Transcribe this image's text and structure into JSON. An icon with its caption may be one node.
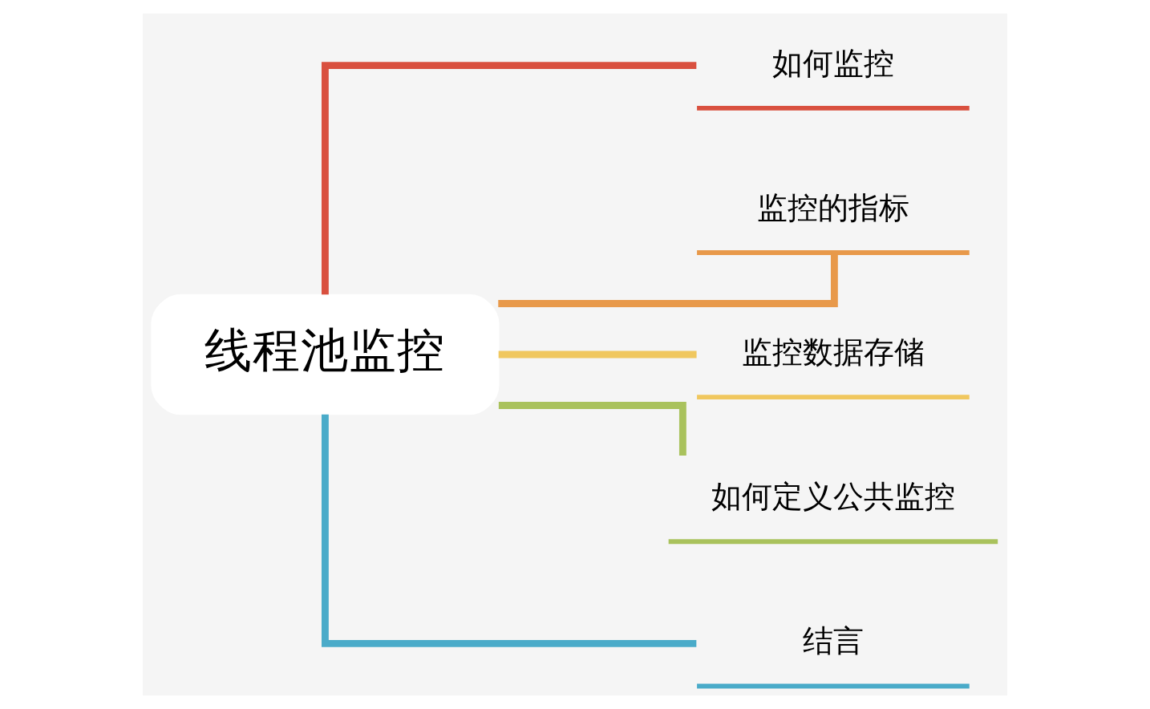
{
  "diagram": {
    "nodes": [
      {
        "text": [
          "线程池监控"
        ]
      },
      {
        "text": [
          "如何监控"
        ]
      },
      {
        "text": [
          "监控的指标"
        ]
      },
      {
        "text": [
          "监控数据存储"
        ]
      },
      {
        "text": [
          "如何定义公共监控"
        ]
      },
      {
        "text": [
          "结言"
        ]
      }
    ],
    "edges": [
      {
        "from": 0,
        "to": 1,
        "arrow": "none",
        "color": "#d9503f"
      },
      {
        "from": 0,
        "to": 2,
        "arrow": "none",
        "color": "#e8994a"
      },
      {
        "from": 0,
        "to": 3,
        "arrow": "none",
        "color": "#f0c75e"
      },
      {
        "from": 0,
        "to": 4,
        "arrow": "none",
        "color": "#a9c25c"
      },
      {
        "from": 0,
        "to": 5,
        "arrow": "none",
        "color": "#4aabc9"
      }
    ]
  }
}
